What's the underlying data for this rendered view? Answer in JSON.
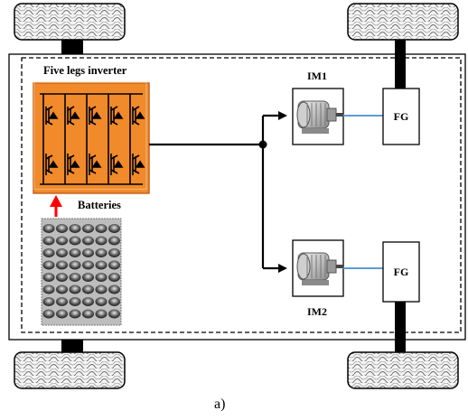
{
  "inverter": {
    "label": "Five legs inverter"
  },
  "batteries": {
    "label": "Batteries"
  },
  "motors": [
    {
      "label": "IM1"
    },
    {
      "label": "IM2"
    }
  ],
  "final_gears": [
    {
      "label": "FG"
    },
    {
      "label": "FG"
    }
  ],
  "caption": "a)",
  "colors": {
    "inverter_body": "#f08a2a",
    "inverter_border": "#c8641a",
    "energy_flow_arrow": "#ff0000",
    "motor_shaft": "#5b9bd5",
    "wire": "#000000",
    "tire_fill": "#f2f2f2",
    "battery_pack": "#bdbdbd"
  }
}
